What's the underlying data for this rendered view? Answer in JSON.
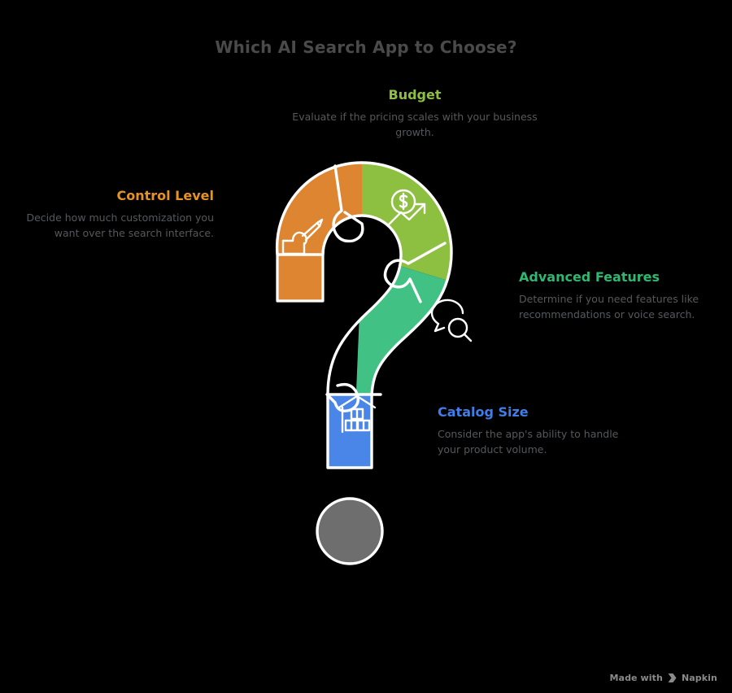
{
  "page": {
    "title": "Which AI Search App to Choose?",
    "background_color": "#000000",
    "title_color": "#4a4a4a",
    "center_graphic": "question-mark-puzzle"
  },
  "colors": {
    "orange": "#DD8530",
    "green": "#8DBF40",
    "emerald": "#41C284",
    "blue": "#4A86E8",
    "gray_dot": "#6E6E6E",
    "outline": "#FFFFFF",
    "body_text": "#55595c"
  },
  "segments": [
    {
      "id": "control-level",
      "label": "Control Level",
      "description": "Decide how much customization you want over the search interface.",
      "color": "#DD8530",
      "icon": "paintbrush-icon",
      "position": "left"
    },
    {
      "id": "budget",
      "label": "Budget",
      "description": "Evaluate if the pricing scales with your business growth.",
      "color": "#8DBF40",
      "icon": "dollar-growth-icon",
      "position": "top"
    },
    {
      "id": "advanced-features",
      "label": "Advanced Features",
      "description": "Determine if you need features like recommendations or voice search.",
      "color": "#41C284",
      "icon": "chat-search-icon",
      "position": "right"
    },
    {
      "id": "catalog-size",
      "label": "Catalog Size",
      "description": "Consider the app's ability to handle your product volume.",
      "color": "#4A86E8",
      "icon": "warehouse-boxes-icon",
      "position": "bottom"
    }
  ],
  "footer": {
    "made_with": "Made with",
    "brand": "Napkin",
    "brand_icon": "napkin-logo-icon"
  }
}
